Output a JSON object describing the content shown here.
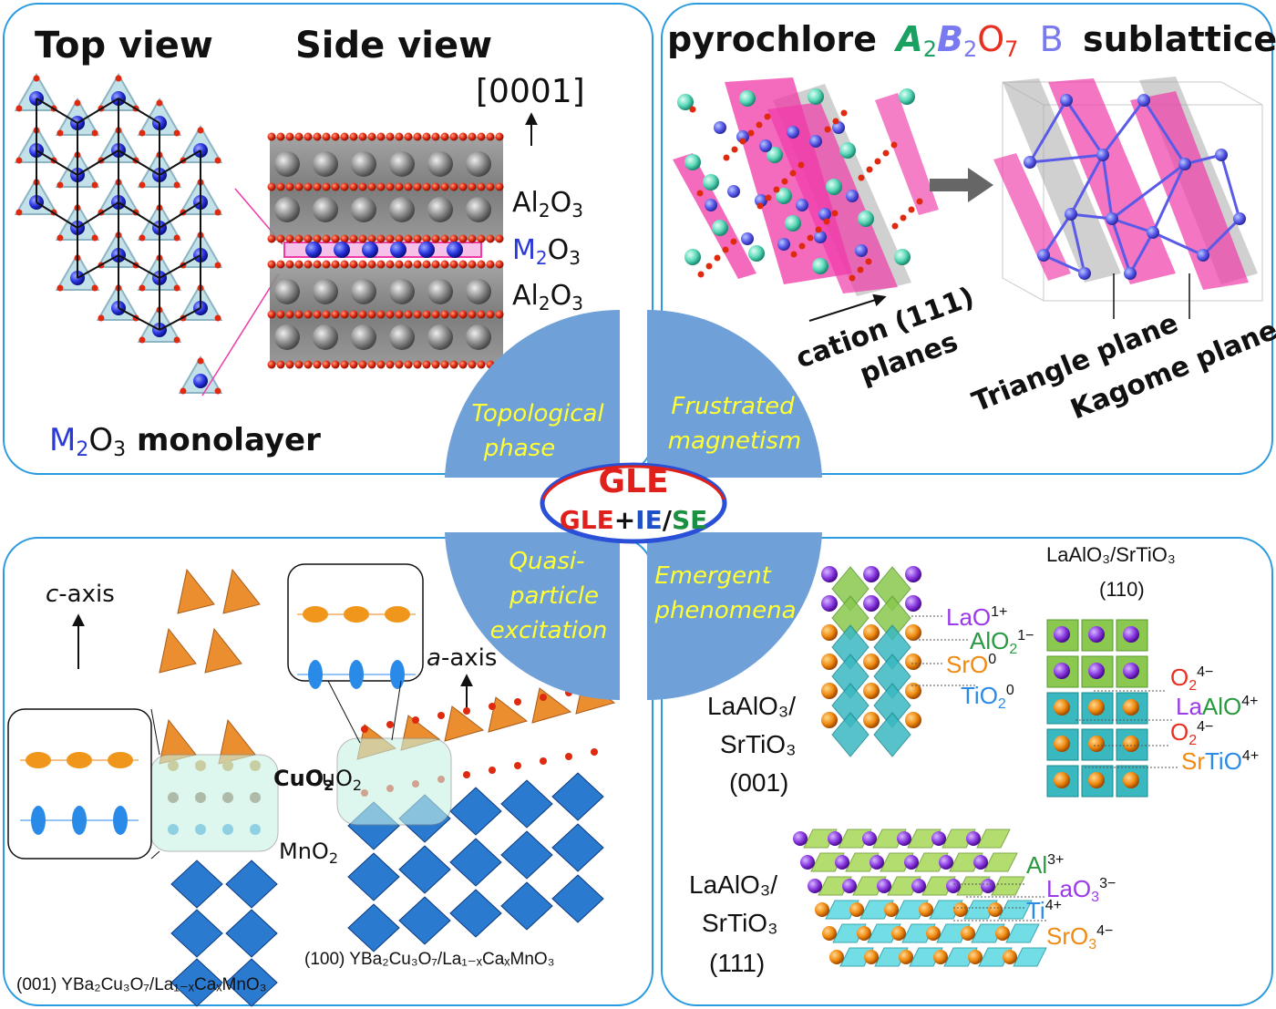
{
  "panels": {
    "top_left": {
      "top_view": "Top view",
      "side_view": "Side view",
      "direction": "[0001]",
      "layer_top": {
        "pre": "Al",
        "sub": "2",
        "post": "O",
        "sub2": "3"
      },
      "layer_mid": {
        "pre": "M",
        "sub": "2",
        "post": "O",
        "sub2": "3"
      },
      "layer_bot": {
        "pre": "Al",
        "sub": "2",
        "post": "O",
        "sub2": "3"
      },
      "caption": {
        "pre": "M",
        "sub": "2",
        "post": "O",
        "sub2": "3",
        "rest": " monolayer"
      }
    },
    "top_right": {
      "title_word": "pyrochlore",
      "A": "A",
      "sub_a": "2",
      "B": "B",
      "sub_b": "2",
      "O": "O",
      "sub_o": "7",
      "B2": "B",
      "sublattice": "sublattice",
      "cation_line1": "cation (111)",
      "cation_line2": "planes",
      "triangle_plane": "Triangle plane",
      "kagome_plane": "Kagome plane"
    },
    "bottom_left": {
      "c_axis_italic": "c",
      "c_axis_rest": "-axis",
      "a_axis_italic": "a",
      "a_axis_rest": "-axis",
      "cuo2": {
        "pre": "CuO",
        "sub": "2"
      },
      "mno2": {
        "pre": "MnO",
        "sub": "2"
      },
      "caption_001": "(001) YBa₂Cu₃O₇/La₁₋ₓCaₓMnO₃",
      "caption_100": "(100) YBa₂Cu₃O₇/La₁₋ₓCaₓMnO₃"
    },
    "bottom_right": {
      "lao_sto_110_line1": "LaAlO₃/SrTiO₃",
      "lao_sto_110_line2": "(110)",
      "lao_sto_001_line1": "LaAlO₃/",
      "lao_sto_001_line2": "SrTiO₃",
      "lao_sto_001_line3": "(001)",
      "lao_sto_111_line1": "LaAlO₃/",
      "lao_sto_111_line2": "SrTiO₃",
      "lao_sto_111_line3": "(111)",
      "lao1": {
        "main": "LaO",
        "sup": "1+"
      },
      "alo2": {
        "main": "AlO",
        "sub": "2",
        "sup": "1−"
      },
      "sro0": {
        "main": "SrO",
        "sup": "0"
      },
      "tio2": {
        "main": "TiO",
        "sub": "2",
        "sup": "0"
      },
      "o2a": {
        "main": "O",
        "sub": "2",
        "sup": "4−"
      },
      "laalo": {
        "la": "La",
        "alo": "AlO",
        "sup": "4+"
      },
      "o2b": {
        "main": "O",
        "sub": "2",
        "sup": "4−"
      },
      "srtio": {
        "sr": "Sr",
        "tio": "TiO",
        "sup": "4+"
      },
      "al3": {
        "main": "Al",
        "sup": "3+"
      },
      "lao3": {
        "main": "LaO",
        "sub": "3",
        "sup": "3−"
      },
      "ti4": {
        "main": "Ti",
        "sup": "4+"
      },
      "sro3": {
        "main": "SrO",
        "sub": "3",
        "sup": "4−"
      }
    }
  },
  "center": {
    "q1_l1": "Topological",
    "q1_l2": "phase",
    "q2_l1": "Frustrated",
    "q2_l2": "magnetism",
    "q3_l1": "Quasi-",
    "q3_l2": "particle",
    "q3_l3": "excitation",
    "q4_l1": "Emergent",
    "q4_l2": "phenomena",
    "gle": "GLE",
    "combo_gle": "GLE",
    "combo_plus": "+",
    "combo_ie": "IE",
    "combo_slash": "/",
    "combo_se": "SE"
  },
  "colors": {
    "panel_border": "#2a9be0",
    "quadrant": "#6fa0d8",
    "quadrant_text": "#ffff33",
    "gle_red": "#e0201a",
    "ie_blue": "#2050c8",
    "se_green": "#1a9040",
    "m_blue": "#2a3ad8",
    "a_green": "#1aa060",
    "b_purple": "#7a7af0",
    "o_red": "#e83020",
    "la_purple": "#9a3ae8",
    "al_green": "#2a9a40",
    "sr_orange": "#f08a10",
    "ti_blue": "#2a8ae8",
    "pink_plane": "#f03aa8"
  }
}
